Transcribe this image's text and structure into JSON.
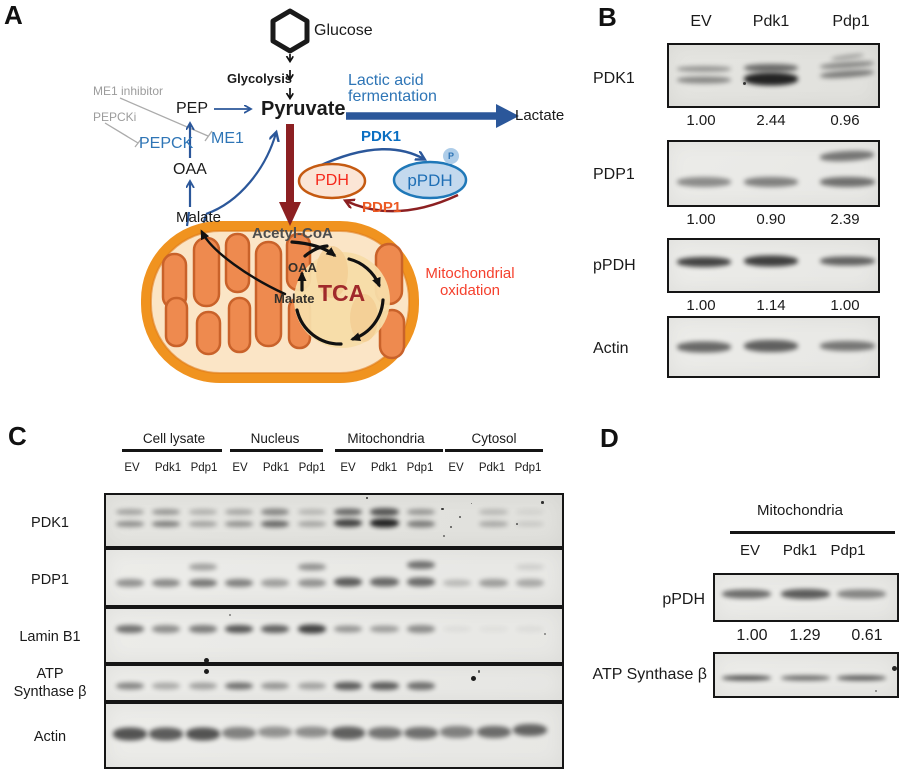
{
  "colors": {
    "accent_blue": "#2B579A",
    "light_blue": "#2E75B6",
    "pdk1_blue": "#0B6FC2",
    "pdp1_orange": "#EC5A24",
    "maroon": "#8C2022",
    "tca_red": "#A0292B",
    "oxidation_red": "#F5402D",
    "mito_orange": "#F0931F",
    "cristae_orange": "#EE8A4F",
    "cristae_outline": "#C9622A",
    "mito_fill": "#FBE5C6",
    "tca_zone": "#F7DCA8",
    "pdh_fill": "#FBE5D6",
    "pdh_stroke": "#C55A11",
    "pdh_red": "#F5281B",
    "ppdh_fill": "#C3D9EE",
    "ppdh_stroke": "#1F78B8",
    "p_fill": "#AECDE9",
    "gray_text": "#9C9C9C",
    "black": "#1a1a1a"
  },
  "panel_a": {
    "label": "A",
    "labels": {
      "glucose": "Glucose",
      "glycolysis": "Glycolysis",
      "pep": "PEP",
      "pyruvate": "Pyruvate",
      "lactic_line1": "Lactic acid",
      "lactic_line2": "fermentation",
      "lactate": "Lactate",
      "me1_inhibitor": "ME1 inhibitor",
      "pepcki": "PEPCKi",
      "pepck": "PEPCK",
      "me1": "ME1",
      "oaa": "OAA",
      "malate": "Malate",
      "pdk1": "PDK1",
      "pdp1": "PDP1",
      "pdh": "PDH",
      "ppdh": "pPDH",
      "p": "P",
      "acetyl_coa": "Acetyl-CoA",
      "oaa_inner": "OAA",
      "malate_inner": "Malate",
      "tca": "TCA",
      "mito_line1": "Mitochondrial",
      "mito_line2": "oxidation"
    }
  },
  "panel_b": {
    "label": "B",
    "lanes": [
      "EV",
      "Pdk1",
      "Pdp1"
    ],
    "lane_x": [
      0.169,
      0.488,
      0.854
    ],
    "band_w": 0.26,
    "rows": [
      {
        "label": "PDK1",
        "values": [
          "1.00",
          "2.44",
          "0.96"
        ],
        "bands": [
          {
            "l": 0,
            "y": 0.4,
            "h": 6,
            "o": 0.38
          },
          {
            "l": 0,
            "y": 0.57,
            "h": 7,
            "o": 0.45
          },
          {
            "l": 1,
            "y": 0.38,
            "h": 8,
            "o": 0.6
          },
          {
            "l": 1,
            "y": 0.55,
            "h": 13,
            "o": 0.95
          },
          {
            "l": 2,
            "y": 0.32,
            "h": 6,
            "o": 0.45,
            "r": -4
          },
          {
            "l": 2,
            "y": 0.47,
            "h": 7,
            "o": 0.5,
            "r": -4
          },
          {
            "l": 2,
            "y": 0.2,
            "h": 4,
            "o": 0.35,
            "r": -7,
            "w": 0.16
          }
        ],
        "dots": [
          {
            "x": 0.355,
            "y": 0.6,
            "s": 3,
            "o": 0.8
          }
        ]
      },
      {
        "label": "PDP1",
        "values": [
          "1.00",
          "0.90",
          "2.39"
        ],
        "bands": [
          {
            "l": 0,
            "y": 0.63,
            "h": 10,
            "o": 0.45
          },
          {
            "l": 1,
            "y": 0.63,
            "h": 10,
            "o": 0.5
          },
          {
            "l": 2,
            "y": 0.22,
            "h": 10,
            "o": 0.55,
            "r": -3
          },
          {
            "l": 2,
            "y": 0.63,
            "h": 10,
            "o": 0.58
          }
        ]
      },
      {
        "label": "pPDH",
        "values": [
          "1.00",
          "1.14",
          "1.00"
        ],
        "bands": [
          {
            "l": 0,
            "y": 0.44,
            "h": 10,
            "o": 0.8
          },
          {
            "l": 1,
            "y": 0.42,
            "h": 11,
            "o": 0.82
          },
          {
            "l": 2,
            "y": 0.42,
            "h": 9,
            "o": 0.65
          }
        ]
      },
      {
        "label": "Actin",
        "bands": [
          {
            "l": 0,
            "y": 0.5,
            "h": 11,
            "o": 0.62
          },
          {
            "l": 1,
            "y": 0.48,
            "h": 12,
            "o": 0.66
          },
          {
            "l": 2,
            "y": 0.48,
            "h": 10,
            "o": 0.55
          }
        ]
      }
    ]
  },
  "panel_c": {
    "label": "C",
    "groups": [
      "Cell lysate",
      "Nucleus",
      "Mitochondria",
      "Cytosol"
    ],
    "lanes": [
      "EV",
      "Pdk1",
      "Pdp1"
    ],
    "lane_x": [
      0.052,
      0.132,
      0.212,
      0.292,
      0.371,
      0.451,
      0.531,
      0.611,
      0.69,
      0.77,
      0.85,
      0.93
    ],
    "band_w": 0.062,
    "rows": [
      {
        "line1": "PDK1",
        "line2": "",
        "bands": [
          {
            "l": 0,
            "y": 0.34,
            "h": 6,
            "o": 0.32
          },
          {
            "l": 0,
            "y": 0.56,
            "h": 6,
            "o": 0.42
          },
          {
            "l": 1,
            "y": 0.34,
            "h": 6,
            "o": 0.38
          },
          {
            "l": 1,
            "y": 0.56,
            "h": 6,
            "o": 0.5
          },
          {
            "l": 2,
            "y": 0.34,
            "h": 6,
            "o": 0.25
          },
          {
            "l": 2,
            "y": 0.56,
            "h": 6,
            "o": 0.32
          },
          {
            "l": 3,
            "y": 0.34,
            "h": 6,
            "o": 0.3
          },
          {
            "l": 3,
            "y": 0.56,
            "h": 6,
            "o": 0.4
          },
          {
            "l": 4,
            "y": 0.34,
            "h": 7,
            "o": 0.45
          },
          {
            "l": 4,
            "y": 0.56,
            "h": 7,
            "o": 0.6
          },
          {
            "l": 5,
            "y": 0.34,
            "h": 6,
            "o": 0.22
          },
          {
            "l": 5,
            "y": 0.56,
            "h": 6,
            "o": 0.3
          },
          {
            "l": 6,
            "y": 0.34,
            "h": 7,
            "o": 0.6
          },
          {
            "l": 6,
            "y": 0.55,
            "h": 8,
            "o": 0.8
          },
          {
            "l": 7,
            "y": 0.34,
            "h": 8,
            "o": 0.7
          },
          {
            "l": 7,
            "y": 0.55,
            "h": 9,
            "o": 0.95
          },
          {
            "l": 8,
            "y": 0.34,
            "h": 6,
            "o": 0.38
          },
          {
            "l": 8,
            "y": 0.56,
            "h": 7,
            "o": 0.5
          },
          {
            "l": 10,
            "y": 0.34,
            "h": 6,
            "o": 0.2
          },
          {
            "l": 10,
            "y": 0.56,
            "h": 6,
            "o": 0.28
          },
          {
            "l": 11,
            "y": 0.34,
            "h": 5,
            "o": 0.08
          },
          {
            "l": 11,
            "y": 0.56,
            "h": 5,
            "o": 0.12
          }
        ],
        "dots": [
          {
            "x": 0.735,
            "y": 0.25,
            "s": 2.5,
            "o": 0.8
          },
          {
            "x": 0.755,
            "y": 0.6,
            "s": 2,
            "o": 0.7
          },
          {
            "x": 0.775,
            "y": 0.42,
            "s": 2,
            "o": 0.7
          },
          {
            "x": 0.74,
            "y": 0.78,
            "s": 2,
            "o": 0.6
          },
          {
            "x": 0.8,
            "y": 0.15,
            "s": 1.5,
            "o": 0.6
          },
          {
            "x": 0.955,
            "y": 0.12,
            "s": 2.5,
            "o": 0.85
          },
          {
            "x": 0.9,
            "y": 0.55,
            "s": 1.5,
            "o": 0.6
          },
          {
            "x": 0.57,
            "y": 0.03,
            "s": 2.5,
            "o": 0.85
          }
        ]
      },
      {
        "line1": "PDP1",
        "line2": "",
        "bands": [
          {
            "l": 0,
            "y": 0.6,
            "h": 8,
            "o": 0.42
          },
          {
            "l": 1,
            "y": 0.6,
            "h": 8,
            "o": 0.46
          },
          {
            "l": 2,
            "y": 0.6,
            "h": 8,
            "o": 0.55
          },
          {
            "l": 2,
            "y": 0.3,
            "h": 7,
            "o": 0.35
          },
          {
            "l": 3,
            "y": 0.6,
            "h": 8,
            "o": 0.5
          },
          {
            "l": 4,
            "y": 0.6,
            "h": 8,
            "o": 0.36
          },
          {
            "l": 5,
            "y": 0.6,
            "h": 8,
            "o": 0.42
          },
          {
            "l": 5,
            "y": 0.3,
            "h": 7,
            "o": 0.42
          },
          {
            "l": 6,
            "y": 0.58,
            "h": 9,
            "o": 0.68
          },
          {
            "l": 7,
            "y": 0.58,
            "h": 9,
            "o": 0.62
          },
          {
            "l": 8,
            "y": 0.58,
            "h": 9,
            "o": 0.6
          },
          {
            "l": 8,
            "y": 0.28,
            "h": 8,
            "o": 0.58
          },
          {
            "l": 9,
            "y": 0.6,
            "h": 7,
            "o": 0.22
          },
          {
            "l": 10,
            "y": 0.6,
            "h": 8,
            "o": 0.36
          },
          {
            "l": 11,
            "y": 0.6,
            "h": 8,
            "o": 0.3
          },
          {
            "l": 11,
            "y": 0.3,
            "h": 6,
            "o": 0.12
          }
        ]
      },
      {
        "line1": "Lamin B1",
        "line2": "",
        "bands": [
          {
            "l": 0,
            "y": 0.38,
            "h": 8,
            "o": 0.58
          },
          {
            "l": 1,
            "y": 0.38,
            "h": 8,
            "o": 0.44
          },
          {
            "l": 2,
            "y": 0.38,
            "h": 8,
            "o": 0.52
          },
          {
            "l": 3,
            "y": 0.38,
            "h": 8,
            "o": 0.7
          },
          {
            "l": 4,
            "y": 0.38,
            "h": 8,
            "o": 0.65
          },
          {
            "l": 5,
            "y": 0.38,
            "h": 9,
            "o": 0.8
          },
          {
            "l": 6,
            "y": 0.38,
            "h": 7,
            "o": 0.4
          },
          {
            "l": 7,
            "y": 0.38,
            "h": 7,
            "o": 0.36
          },
          {
            "l": 8,
            "y": 0.38,
            "h": 8,
            "o": 0.44
          },
          {
            "l": 9,
            "y": 0.38,
            "h": 6,
            "o": 0.05
          },
          {
            "l": 10,
            "y": 0.38,
            "h": 6,
            "o": 0.04
          },
          {
            "l": 11,
            "y": 0.38,
            "h": 6,
            "o": 0.05
          }
        ],
        "dots": [
          {
            "x": 0.215,
            "y": 0.93,
            "s": 5,
            "o": 0.95
          },
          {
            "x": 0.27,
            "y": 0.1,
            "s": 2,
            "o": 0.5
          },
          {
            "x": 0.96,
            "y": 0.45,
            "s": 2,
            "o": 0.5
          }
        ]
      },
      {
        "line1": "ATP",
        "line2": "Synthase β",
        "bands": [
          {
            "l": 0,
            "y": 0.6,
            "h": 7,
            "o": 0.48
          },
          {
            "l": 1,
            "y": 0.6,
            "h": 7,
            "o": 0.3
          },
          {
            "l": 2,
            "y": 0.6,
            "h": 7,
            "o": 0.34
          },
          {
            "l": 3,
            "y": 0.6,
            "h": 7,
            "o": 0.58
          },
          {
            "l": 4,
            "y": 0.6,
            "h": 7,
            "o": 0.4
          },
          {
            "l": 5,
            "y": 0.6,
            "h": 7,
            "o": 0.34
          },
          {
            "l": 6,
            "y": 0.58,
            "h": 8,
            "o": 0.68
          },
          {
            "l": 7,
            "y": 0.58,
            "h": 8,
            "o": 0.68
          },
          {
            "l": 8,
            "y": 0.58,
            "h": 8,
            "o": 0.58
          }
        ],
        "dots": [
          {
            "x": 0.8,
            "y": 0.3,
            "s": 5,
            "o": 0.95
          },
          {
            "x": 0.815,
            "y": 0.12,
            "s": 2.5,
            "o": 0.7
          },
          {
            "x": 0.215,
            "y": 0.08,
            "s": 5,
            "o": 0.95
          }
        ]
      },
      {
        "line1": "Actin",
        "line2": "",
        "band_w": 0.075,
        "bands": [
          {
            "l": 0,
            "y": 0.48,
            "h": 13,
            "o": 0.72
          },
          {
            "l": 1,
            "y": 0.48,
            "h": 13,
            "o": 0.68
          },
          {
            "l": 2,
            "y": 0.48,
            "h": 13,
            "o": 0.72
          },
          {
            "l": 3,
            "y": 0.46,
            "h": 12,
            "o": 0.5
          },
          {
            "l": 4,
            "y": 0.44,
            "h": 11,
            "o": 0.42
          },
          {
            "l": 5,
            "y": 0.44,
            "h": 11,
            "o": 0.44
          },
          {
            "l": 6,
            "y": 0.46,
            "h": 13,
            "o": 0.66
          },
          {
            "l": 7,
            "y": 0.46,
            "h": 12,
            "o": 0.56
          },
          {
            "l": 8,
            "y": 0.46,
            "h": 12,
            "o": 0.58
          },
          {
            "l": 9,
            "y": 0.44,
            "h": 12,
            "o": 0.5
          },
          {
            "l": 10,
            "y": 0.44,
            "h": 12,
            "o": 0.6
          },
          {
            "l": 11,
            "y": 0.42,
            "h": 12,
            "o": 0.64
          }
        ]
      }
    ]
  },
  "panel_d": {
    "label": "D",
    "group": "Mitochondria",
    "lanes": [
      "EV",
      "Pdk1",
      "Pdp1"
    ],
    "lane_x": [
      0.173,
      0.497,
      0.805
    ],
    "band_w": 0.27,
    "rows": [
      {
        "label": "pPDH",
        "values": [
          "1.00",
          "1.29",
          "0.61"
        ],
        "bands": [
          {
            "l": 0,
            "y": 0.42,
            "h": 9,
            "o": 0.6
          },
          {
            "l": 1,
            "y": 0.42,
            "h": 10,
            "o": 0.68
          },
          {
            "l": 2,
            "y": 0.42,
            "h": 9,
            "o": 0.48
          }
        ]
      },
      {
        "label": "ATP Synthase β",
        "bands": [
          {
            "l": 0,
            "y": 0.58,
            "h": 5,
            "o": 0.75
          },
          {
            "l": 1,
            "y": 0.58,
            "h": 5,
            "o": 0.62
          },
          {
            "l": 2,
            "y": 0.58,
            "h": 5,
            "o": 0.7
          }
        ],
        "dots": [
          {
            "x": 0.97,
            "y": 0.28,
            "s": 5,
            "o": 0.9
          },
          {
            "x": 0.88,
            "y": 0.85,
            "s": 2,
            "o": 0.5
          }
        ]
      }
    ]
  }
}
